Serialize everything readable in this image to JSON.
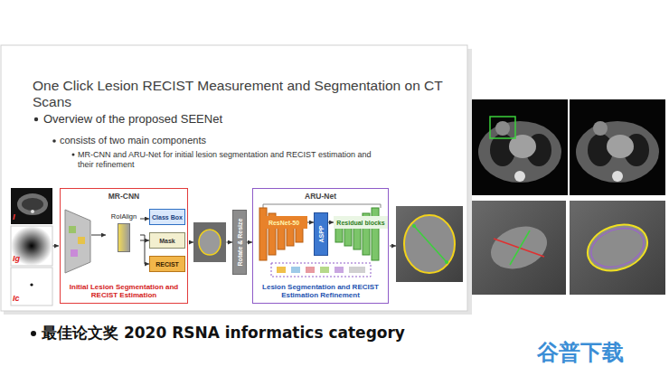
{
  "diagram": {
    "title": "One Click Lesion RECIST Measurement and Segmentation on CT Scans",
    "nodes": [
      {
        "text": [
          "MR-CNN",
          "Initial Lesion Segmentation and RECIST Estimation"
        ]
      },
      {
        "text": [
          "RoIAlign"
        ],
        "in": 0
      },
      {
        "text": [
          "Class Box"
        ],
        "in": 0
      },
      {
        "text": [
          "Mask"
        ],
        "in": 0
      },
      {
        "text": [
          "RECIST"
        ],
        "in": 0
      },
      {
        "text": [
          "Rotate & Resize"
        ]
      },
      {
        "text": [
          "ARU-Net",
          "Lesion Segmentation and RECIST Estimation Refinement"
        ]
      },
      {
        "text": [
          "ResNet-50"
        ],
        "in": 6
      },
      {
        "text": [
          "ASPP"
        ],
        "in": 6
      },
      {
        "text": [
          "Residual blocks"
        ],
        "in": 6
      }
    ],
    "edges": [
      {
        "from": 1,
        "to": 2,
        "arrow": "to"
      },
      {
        "from": 1,
        "to": 3,
        "arrow": "to"
      },
      {
        "from": 1,
        "to": 4,
        "arrow": "to"
      },
      {
        "from": 5,
        "to": 6,
        "arrow": "to"
      },
      {
        "from": 7,
        "to": 8,
        "arrow": "to"
      },
      {
        "from": 8,
        "to": 9,
        "arrow": "to"
      }
    ],
    "labels": [
      "Overview of the proposed SEENet",
      "consists of two main components",
      "MR-CNN and ARU-Net for initial lesion segmentation and RECIST estimation and their refinement",
      "I",
      "Ig",
      "Ic",
      "最佳论文奖 2020 RSNA informatics category",
      "谷普下载"
    ]
  }
}
